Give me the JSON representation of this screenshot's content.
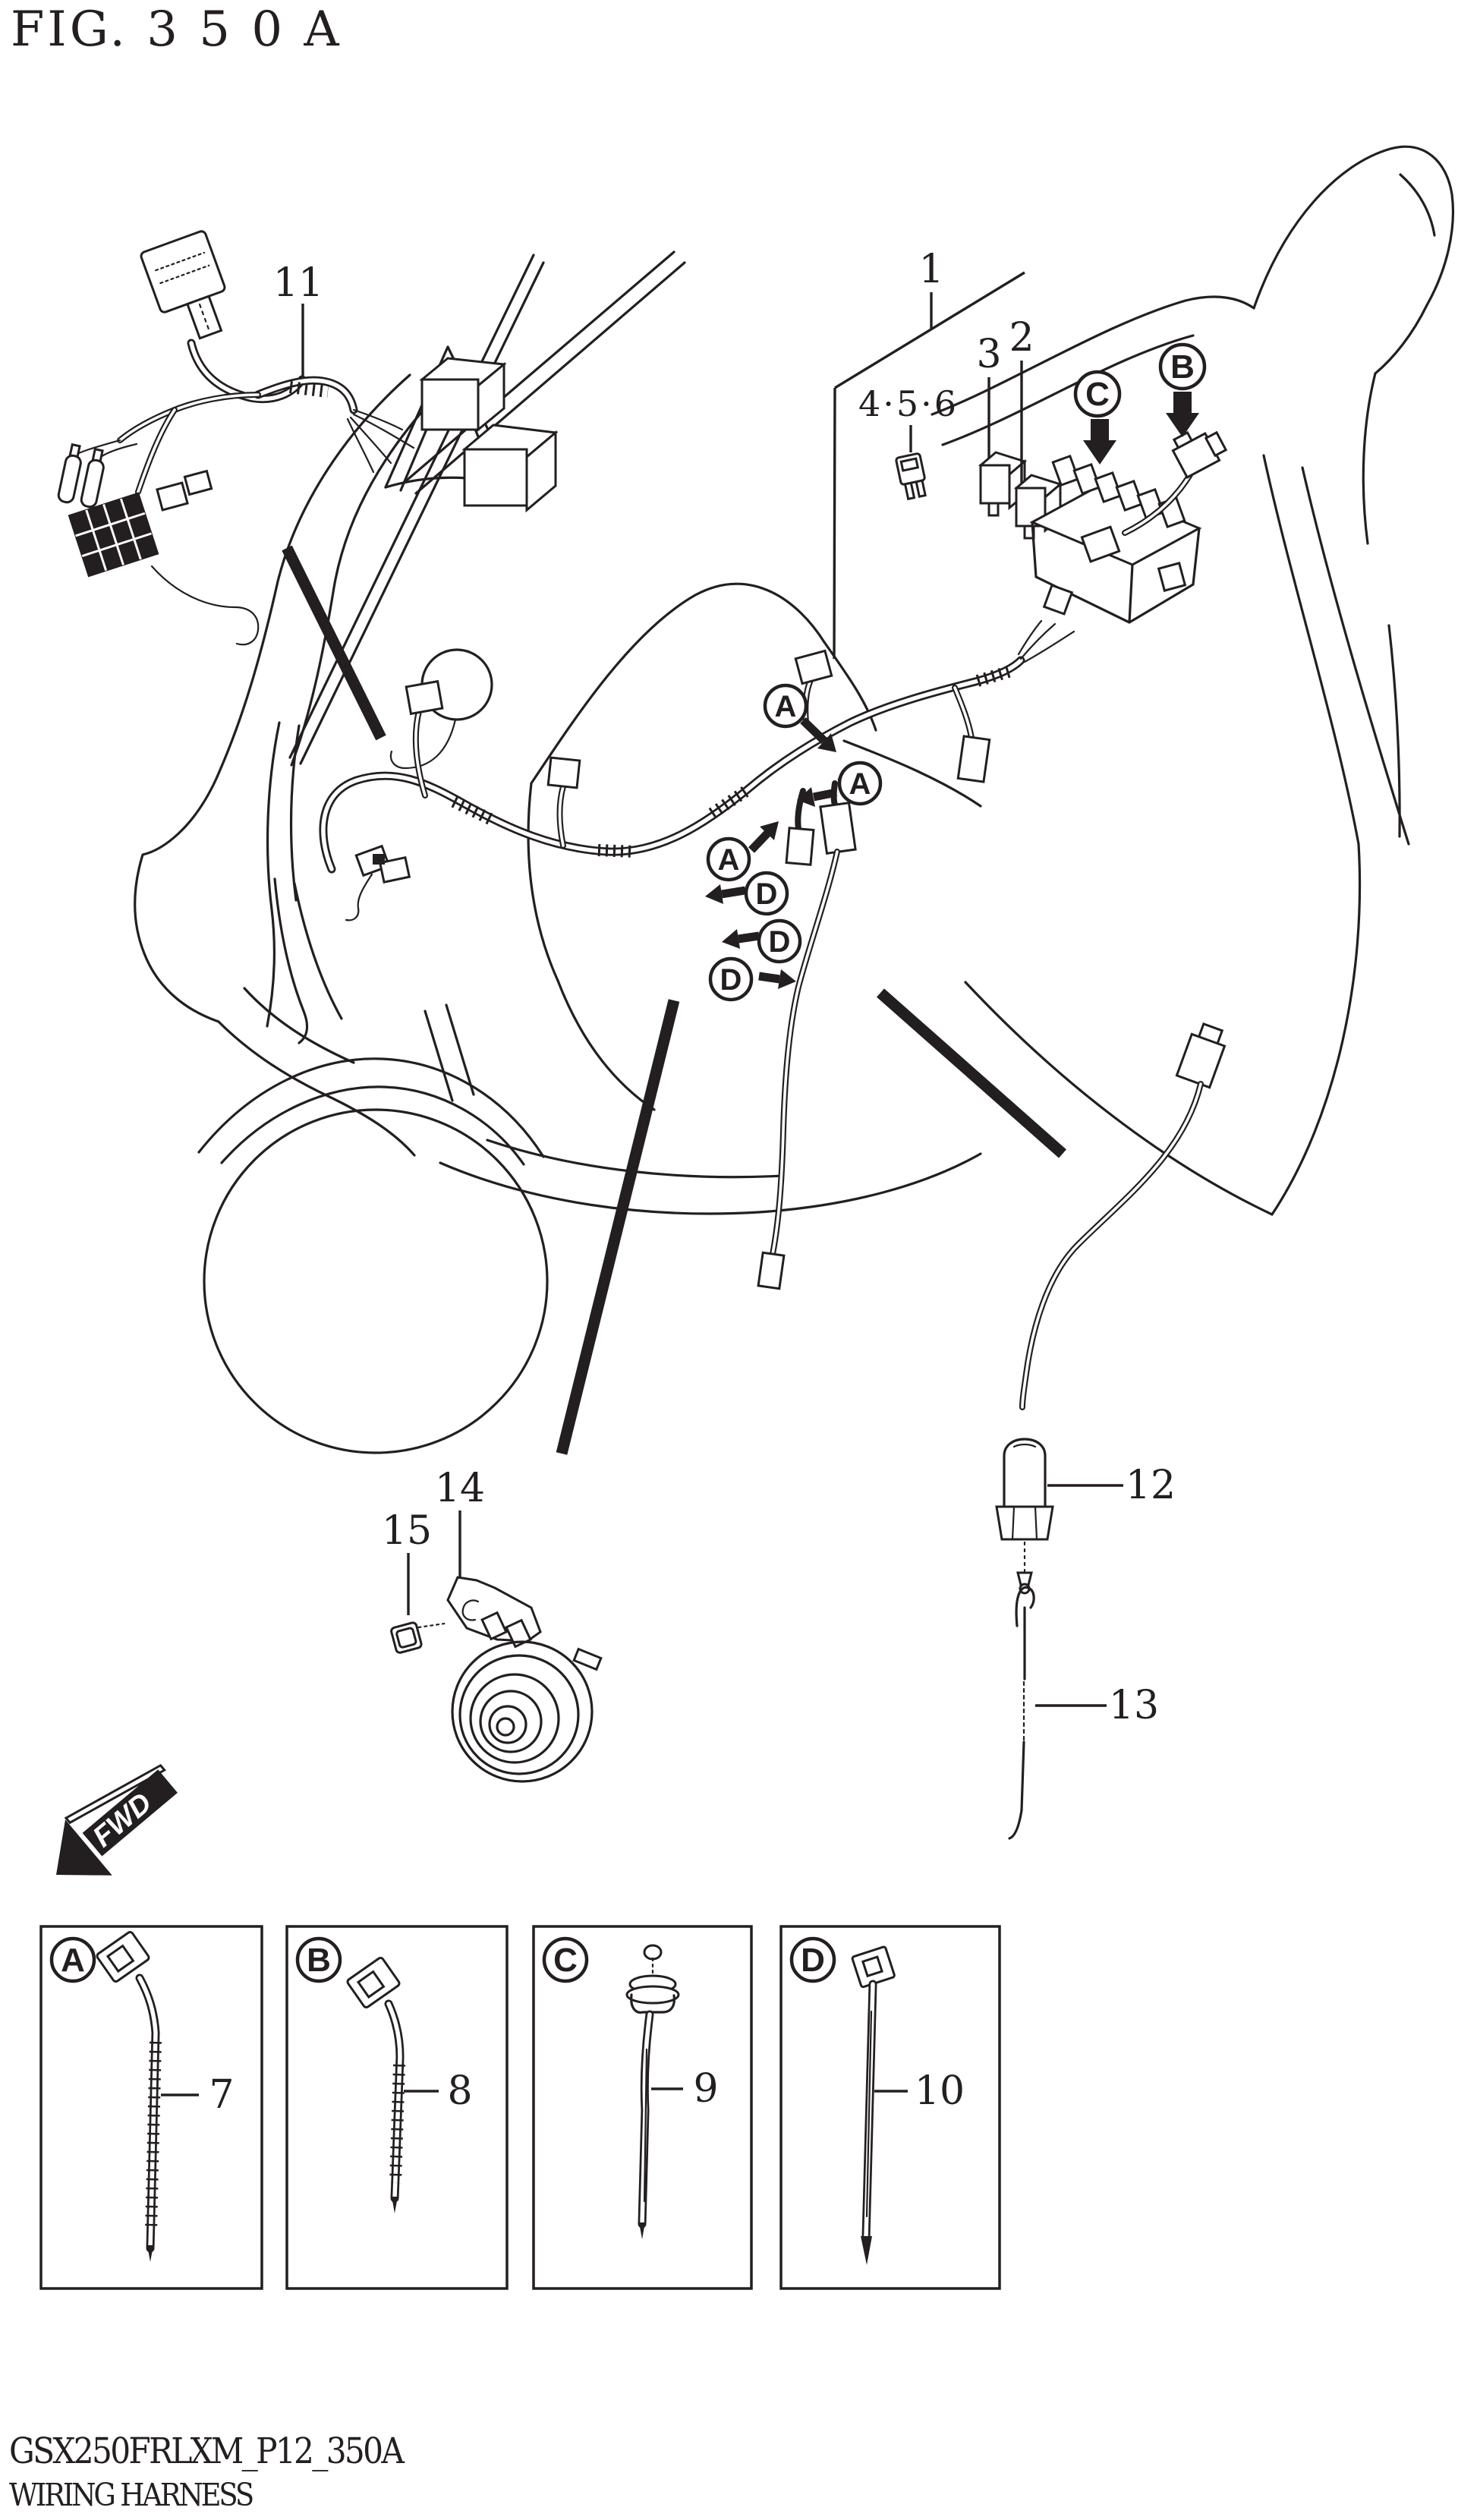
{
  "figure": {
    "title": "FIG. 3 5 0 A",
    "model_code": "GSX250FRLXM_P12_350A",
    "figure_name": "WIRING HARNESS"
  },
  "direction": {
    "fwd_label": "FWD"
  },
  "callouts": {
    "harness": "1",
    "relay_2": "2",
    "relay_3": "3",
    "fuse_set": "4·5·6",
    "clamp_a_part": "7",
    "clamp_b_part": "8",
    "clamp_c_part": "9",
    "clamp_d_part": "10",
    "sub_harness": "11",
    "switch": "12",
    "spring": "13",
    "horn": "14",
    "bolt": "15"
  },
  "markers": {
    "a": "A",
    "b": "B",
    "c": "C",
    "d": "D"
  },
  "detail_boxes": [
    {
      "marker": "A",
      "part_no": "7"
    },
    {
      "marker": "B",
      "part_no": "8"
    },
    {
      "marker": "C",
      "part_no": "9"
    },
    {
      "marker": "D",
      "part_no": "10"
    }
  ],
  "colors": {
    "ink": "#231f20",
    "paper": "#ffffff"
  }
}
